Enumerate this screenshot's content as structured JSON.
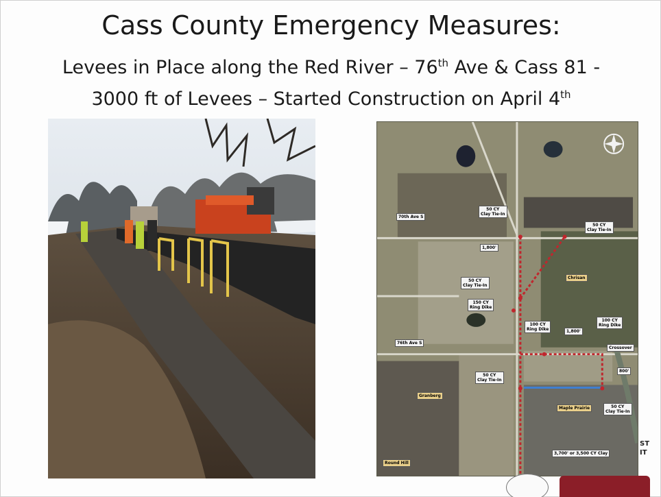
{
  "slide": {
    "title": "Cass County Emergency Measures:",
    "subtitle_line1_a": "Levees in Place along the Red River – 76",
    "subtitle_line1_sup": "th",
    "subtitle_line1_b": " Ave & Cass 81 -",
    "subtitle_line2_a": "3000 ft of Levees – Started Construction on April 4",
    "subtitle_line2_sup": "th"
  },
  "map": {
    "labels": {
      "ave70": "70th Ave S",
      "ave76": "76th Ave S",
      "tie_top": "50 CY\nClay Tie-In",
      "tie_right": "50 CY\nClay Tie-In",
      "len1800_top": "1,800'",
      "tie_mid": "50 CY\nClay Tie-In",
      "chrisan": "Chrisan",
      "ring150": "150 CY\nRing Dike",
      "ring100_mid": "100 CY\nRing Dike",
      "len1800_mid": "1,800'",
      "ring100_right": "100 CY\nRing Dike",
      "crossover": "Crossover",
      "tie_lower": "50 CY\nClay Tie-In",
      "len800": "800'",
      "granberg": "Granberg",
      "maple_prairie": "Maple Prairie",
      "tie_bottom": "50 CY\nClay Tie-In",
      "clay_total": "3,700' or 3,500 CY Clay",
      "round_hill": "Round Hill"
    }
  },
  "edge_text": {
    "line1": "ST",
    "line2": "IT"
  },
  "colors": {
    "levee": "#c0262d",
    "waterline": "#3f7fd0",
    "label_bg": "#f4f4f4",
    "label_tan": "#e9cf8a",
    "badge": "#8b1e28"
  }
}
